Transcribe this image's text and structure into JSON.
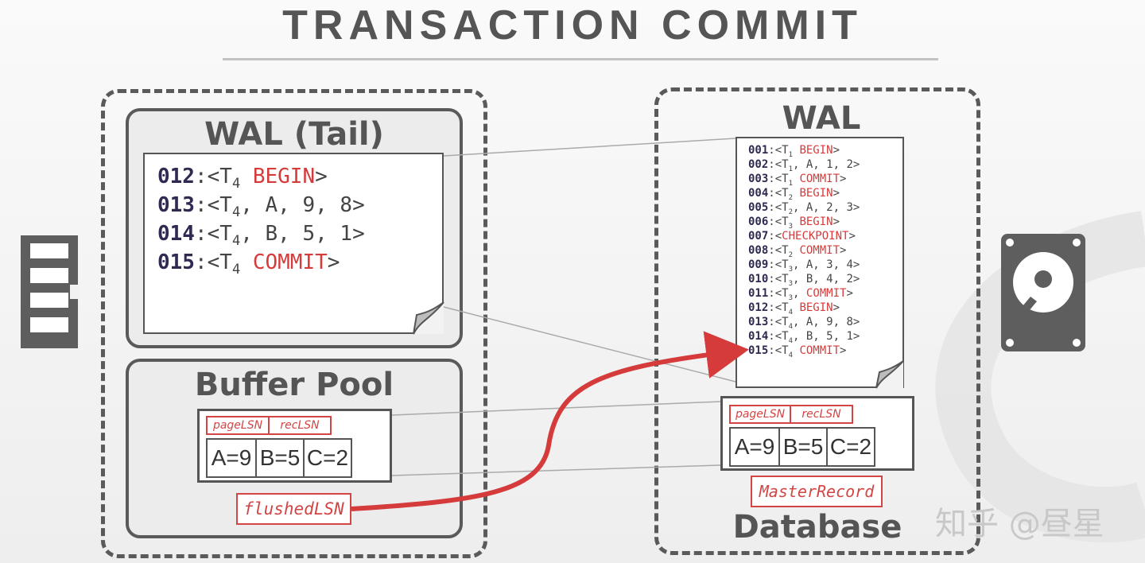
{
  "title": "TRANSACTION COMMIT",
  "memory": {
    "wal_tail": {
      "title": "WAL (Tail)",
      "log": [
        {
          "lsn": "012",
          "txn": "T",
          "sub": "4",
          "rest": "",
          "kw": "BEGIN"
        },
        {
          "lsn": "013",
          "txn": "T",
          "sub": "4",
          "rest": ", A, 9, 8",
          "kw": ""
        },
        {
          "lsn": "014",
          "txn": "T",
          "sub": "4",
          "rest": ", B, 5, 1",
          "kw": ""
        },
        {
          "lsn": "015",
          "txn": "T",
          "sub": "4",
          "rest": "",
          "kw": "COMMIT"
        }
      ]
    },
    "buffer_pool": {
      "title": "Buffer Pool",
      "page_labels": [
        "pageLSN",
        "recLSN"
      ],
      "cells": [
        "A=9",
        "B=5",
        "C=2"
      ],
      "flushed_lsn": "flushedLSN"
    }
  },
  "disk": {
    "wal": {
      "title": "WAL",
      "log": [
        {
          "lsn": "001",
          "txn": "T",
          "sub": "1",
          "rest": "",
          "kw": "BEGIN"
        },
        {
          "lsn": "002",
          "txn": "T",
          "sub": "1",
          "rest": ", A, 1, 2",
          "kw": ""
        },
        {
          "lsn": "003",
          "txn": "T",
          "sub": "1",
          "rest": "",
          "kw": "COMMIT"
        },
        {
          "lsn": "004",
          "txn": "T",
          "sub": "2",
          "rest": "",
          "kw": "BEGIN"
        },
        {
          "lsn": "005",
          "txn": "T",
          "sub": "2",
          "rest": ", A, 2, 3",
          "kw": ""
        },
        {
          "lsn": "006",
          "txn": "T",
          "sub": "3",
          "rest": "",
          "kw": "BEGIN"
        },
        {
          "lsn": "007",
          "txn": "",
          "sub": "",
          "rest": "",
          "kw": "CHECKPOINT"
        },
        {
          "lsn": "008",
          "txn": "T",
          "sub": "2",
          "rest": "",
          "kw": "COMMIT"
        },
        {
          "lsn": "009",
          "txn": "T",
          "sub": "3",
          "rest": ", A, 3, 4",
          "kw": ""
        },
        {
          "lsn": "010",
          "txn": "T",
          "sub": "3",
          "rest": ", B, 4, 2",
          "kw": ""
        },
        {
          "lsn": "011",
          "txn": "T",
          "sub": "3",
          "rest": ",",
          "kw": "COMMIT"
        },
        {
          "lsn": "012",
          "txn": "T",
          "sub": "4",
          "rest": "",
          "kw": "BEGIN"
        },
        {
          "lsn": "013",
          "txn": "T",
          "sub": "4",
          "rest": ", A, 9, 8",
          "kw": ""
        },
        {
          "lsn": "014",
          "txn": "T",
          "sub": "4",
          "rest": ", B, 5, 1",
          "kw": ""
        },
        {
          "lsn": "015",
          "txn": "T",
          "sub": "4",
          "rest": "",
          "kw": "COMMIT"
        }
      ]
    },
    "page_labels": [
      "pageLSN",
      "recLSN"
    ],
    "cells": [
      "A=9",
      "B=5",
      "C=2"
    ],
    "master_record": "MasterRecord",
    "database_label": "Database"
  },
  "watermark": "知乎 @昼星",
  "icons": {
    "memory": "ram-icon",
    "disk": "hard-drive-icon"
  },
  "colors": {
    "accent": "#d63b3b",
    "frame": "#5a5a5a",
    "lsn": "#2e2a52"
  }
}
